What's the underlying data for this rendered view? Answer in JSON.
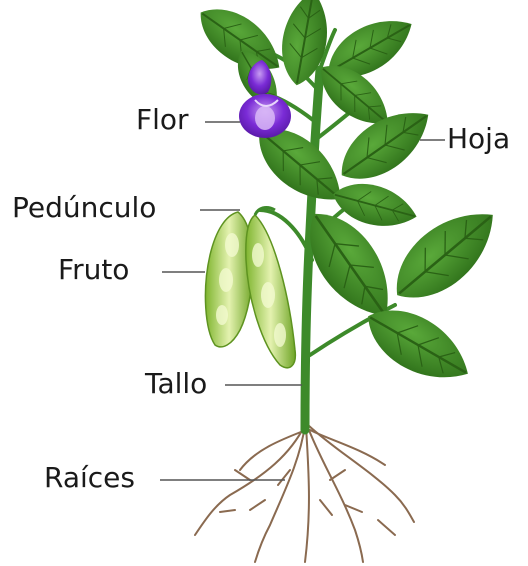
{
  "labels": {
    "flor": "Flor",
    "hoja": "Hoja",
    "peduncle": "Pedúnculo",
    "fruto": "Fruto",
    "tallo": "Tallo",
    "raices": "Raíces"
  },
  "colors": {
    "leaf": "#3f8f25",
    "leaf_dark": "#2c6d18",
    "stem": "#3d8a2a",
    "pod": "#a6cf4a",
    "pod_light": "#e6f3b5",
    "flower": "#7a2bd6",
    "root": "#8a6a50",
    "leader": "#555555"
  }
}
